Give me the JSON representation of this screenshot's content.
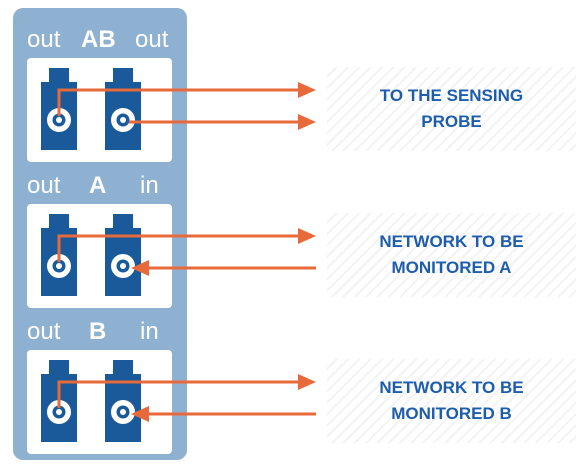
{
  "colors": {
    "panel": "#8fb1d1",
    "connector": "#1a5a9a",
    "ferrule": "#ffffff",
    "arrow": "#e86a3a",
    "label_text": "#1d5dab"
  },
  "groups": [
    {
      "id": "ab",
      "left_label": "out",
      "center_label": "AB",
      "right_label": "out",
      "description": "TO THE SENSING\nPROBE",
      "left_arrow": "outgoing",
      "right_arrow": "outgoing"
    },
    {
      "id": "a",
      "left_label": "out",
      "center_label": "A",
      "right_label": "in",
      "description": "NETWORK TO BE\nMONITORED A",
      "left_arrow": "outgoing",
      "right_arrow": "incoming"
    },
    {
      "id": "b",
      "left_label": "out",
      "center_label": "B",
      "right_label": "in",
      "description": "NETWORK TO BE\nMONITORED B",
      "left_arrow": "outgoing",
      "right_arrow": "incoming"
    }
  ]
}
